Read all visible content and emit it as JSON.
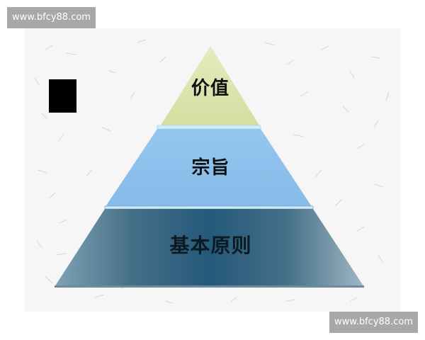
{
  "watermarks": {
    "top_left": "www.bfcy88.com",
    "bottom_right": "www.bfcy88.com"
  },
  "diagram": {
    "type": "pyramid",
    "levels": [
      {
        "label": "价值",
        "position": "top",
        "color": "#d8e3a8"
      },
      {
        "label": "宗旨",
        "position": "middle",
        "color": "#8fc2ec"
      },
      {
        "label": "基本原则",
        "position": "bottom",
        "color": "#2f6585"
      }
    ],
    "divider_color": "#cdeaf7",
    "background": "#f6f6f6"
  }
}
